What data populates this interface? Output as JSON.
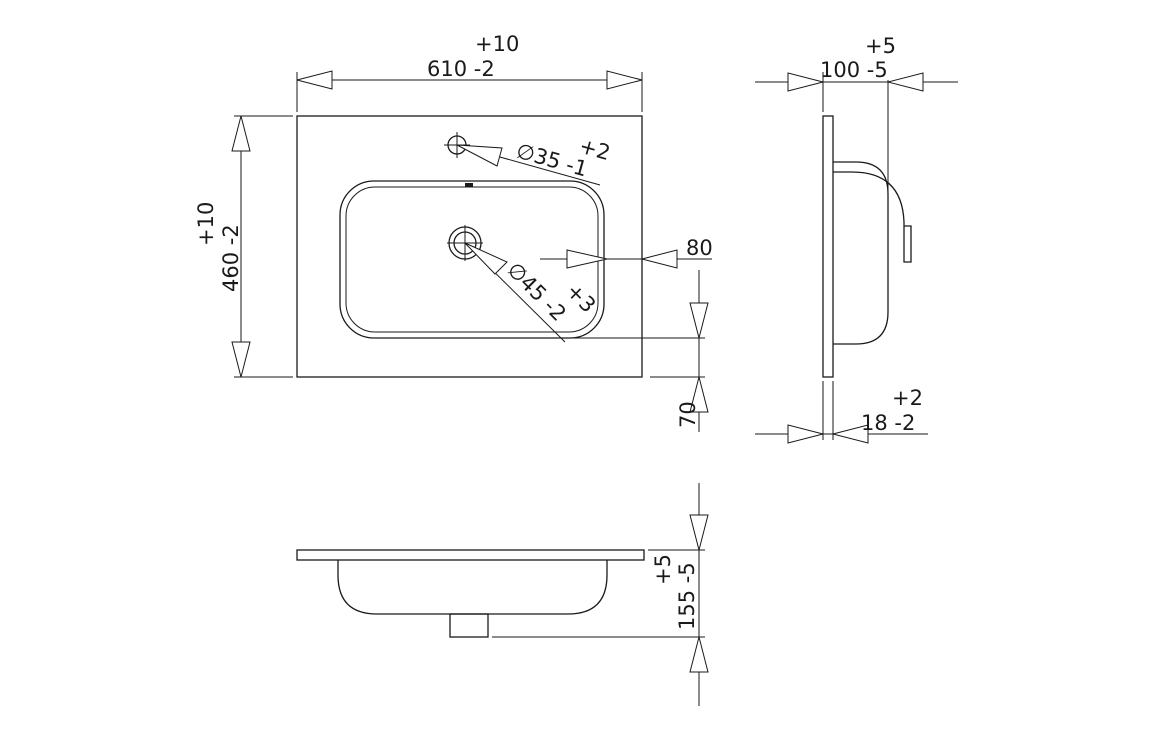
{
  "dims": {
    "width": {
      "tol_plus": "+10",
      "value": "610 -2"
    },
    "height": {
      "tol_plus": "+10",
      "value": "460 -2"
    },
    "tap_hole": {
      "tol_plus": "+2",
      "value": "∅35 -1"
    },
    "waste_hole": {
      "tol_plus": "+3",
      "value": "∅45 -2"
    },
    "waste_offset": "80",
    "bowl_front": "70",
    "depth_side": {
      "tol_plus": "+5",
      "value": "100 -5"
    },
    "thickness": {
      "tol_plus": "+2",
      "value": "18 -2"
    },
    "bowl_height": {
      "tol_plus": "+5",
      "value": "155 -5"
    }
  }
}
